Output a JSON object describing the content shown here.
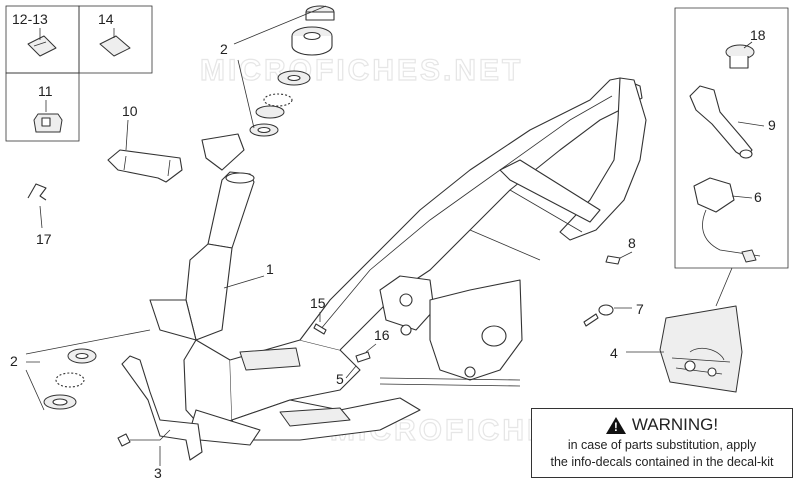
{
  "watermark": "MICROFICHES.NET",
  "callouts": {
    "c12_13": "12-13",
    "c14": "14",
    "c11": "11",
    "c10": "10",
    "c17": "17",
    "c2a": "2",
    "c2b": "2",
    "c1": "1",
    "c15": "15",
    "c16": "16",
    "c5": "5",
    "c3": "3",
    "c18": "18",
    "c9": "9",
    "c6": "6",
    "c8": "8",
    "c7": "7",
    "c4": "4"
  },
  "warning": {
    "title": "WARNING!",
    "line1": "in case of parts substitution, apply",
    "line2": "the info-decals contained in the decal-kit"
  }
}
